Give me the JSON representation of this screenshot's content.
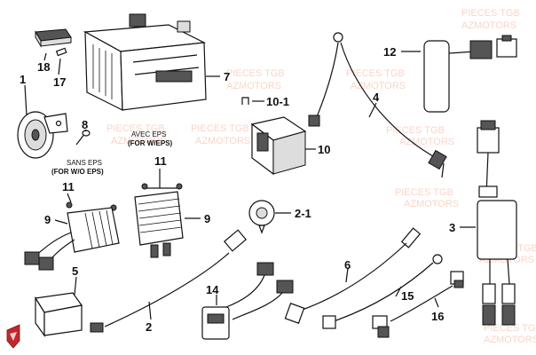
{
  "watermark": {
    "line1": "PIECES TGB",
    "line2": "AZMOTORS"
  },
  "callouts": {
    "c1": "1",
    "c2": "2",
    "c2_1": "2-1",
    "c3": "3",
    "c4": "4",
    "c5": "5",
    "c6": "6",
    "c7": "7",
    "c8": "8",
    "c9a": "9",
    "c9b": "9",
    "c10": "10",
    "c10_1": "10-1",
    "c11a": "11",
    "c11b": "11",
    "c12": "12",
    "c14": "14",
    "c15": "15",
    "c16": "16",
    "c17": "17",
    "c18": "18"
  },
  "notes": {
    "avec_eps": "AVEC EPS",
    "for_w_eps": "(FOR W/EPS)",
    "sans_eps": "SANS EPS",
    "for_wo_eps": "(FOR W/O EPS)"
  },
  "colors": {
    "watermark": "#f3b39a",
    "logo": "#c0282d",
    "ink": "#111111"
  },
  "logo": {
    "icon": "azmotors-shield-icon"
  }
}
